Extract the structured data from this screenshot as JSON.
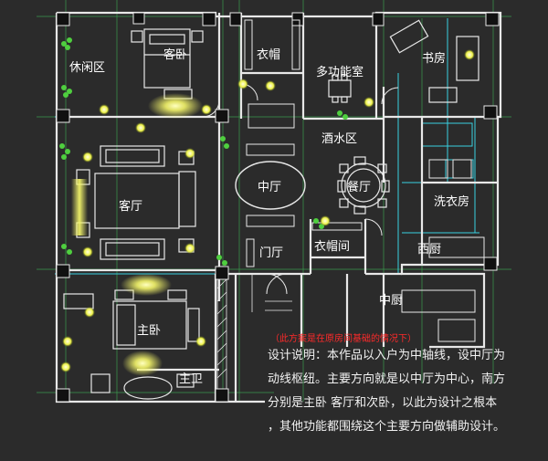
{
  "rooms": {
    "leisure": "休闲区",
    "guest_bedroom": "客卧",
    "cloakroom": "衣帽",
    "multipurpose": "多功能室",
    "study": "书房",
    "water_bar": "酒水区",
    "central_hall": "中厅",
    "dining": "餐厅",
    "laundry": "洗衣房",
    "living": "客厅",
    "foyer": "门厅",
    "cloak_room_2": "衣帽间",
    "western_kitchen": "西厨",
    "chinese_kitchen": "中厨",
    "master_bedroom": "主卧",
    "master_bath": "主卫"
  },
  "note_red": "（此方案是在原房间基础的情况下）",
  "description": {
    "line1": "设计说明：本作品以入户为中轴线，设中厅为",
    "line2": "动线枢纽。主要方向就是以中厅为中心，南方",
    "line3": "分别是主卧 客厅和次卧，以此为设计之根本",
    "line4": "，其他功能都围绕这个主要方向做辅助设计。"
  },
  "colors": {
    "background": "#2b2b2b",
    "wall": "#e8e8e8",
    "cyan_line": "#38d0e0",
    "green_grid": "#3fbf5a",
    "light_yellow": "#f4f56a",
    "plant_green": "#4fcf3f",
    "red_text": "#ff2a2a"
  }
}
